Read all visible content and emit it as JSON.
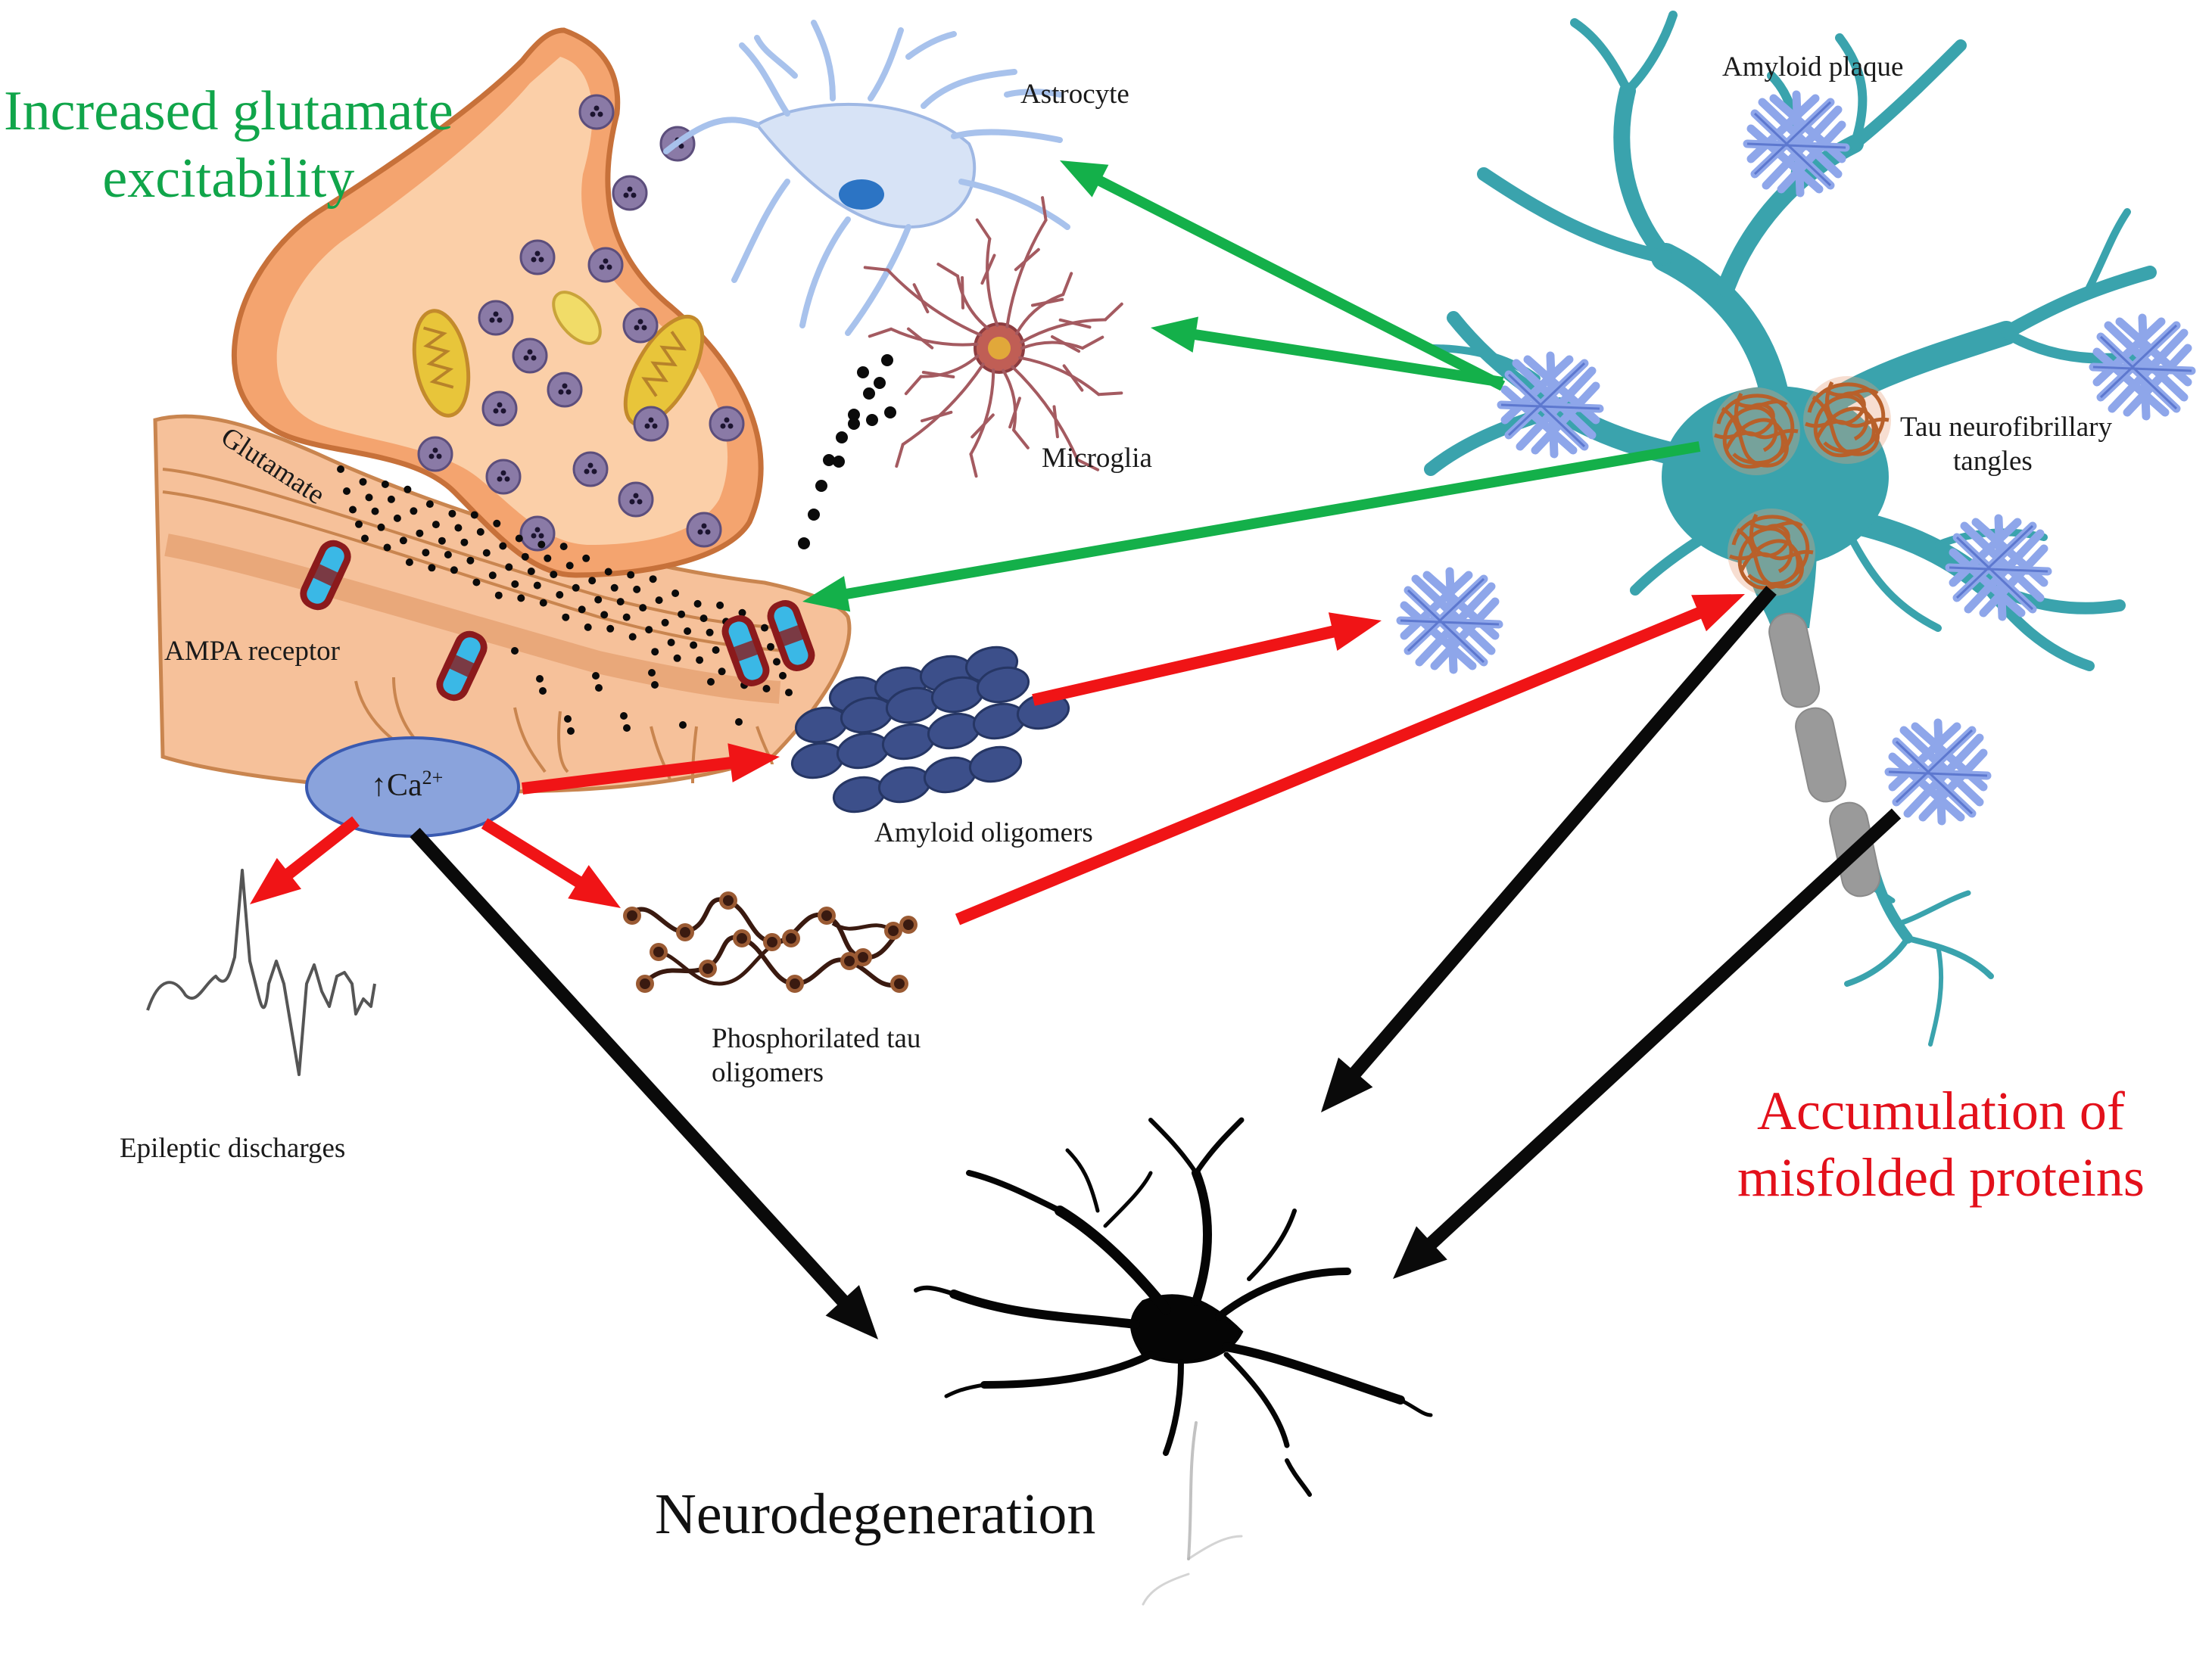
{
  "labels": {
    "glutamate_excitability": [
      "Increased glutamate",
      "excitability"
    ],
    "misfolded_accumulation": [
      "Accumulation of",
      "misfolded proteins"
    ],
    "neurodegeneration": "Neurodegeneration",
    "astrocyte": "Astrocyte",
    "microglia": "Microglia",
    "amyloid_plaque": "Amyloid plaque",
    "tau_tangles": [
      "Tau neurofibrillary",
      "tangles"
    ],
    "glutamate": "Glutamate",
    "ampa_receptor": "AMPA receptor",
    "calcium": {
      "arrow": "↑",
      "ion": "Ca",
      "charge": "2+"
    },
    "amyloid_oligomers": "Amyloid oligomers",
    "phospho_tau": [
      "Phosphorilated tau",
      "oligomers"
    ],
    "epileptic_discharges": "Epileptic discharges"
  },
  "colors": {
    "green_arrow": "#14b04a",
    "red_arrow": "#f01416",
    "black_arrow": "#0a0a0a",
    "green_text": "#10a54a",
    "red_text": "#e3101b",
    "neuron": "#3aa3ad",
    "plaque": "#8ea6ea",
    "tangle": "#c8703c",
    "synapse": "#f2a373",
    "vesicle": "#8a7aa6",
    "astrocyte": "#b7cdef",
    "microglia": "#9a4a50",
    "oligomer": "#3c4f8a",
    "calcium_bubble": "#8aa3dc"
  },
  "icons": [
    "presynaptic-terminal",
    "postsynaptic-membrane",
    "ampa-receptor",
    "astrocyte-cell",
    "microglia-cell",
    "neuron-cell",
    "amyloid-plaque",
    "tau-tangle",
    "amyloid-oligomer",
    "tau-oligomer",
    "eeg-trace",
    "degenerated-neuron"
  ]
}
